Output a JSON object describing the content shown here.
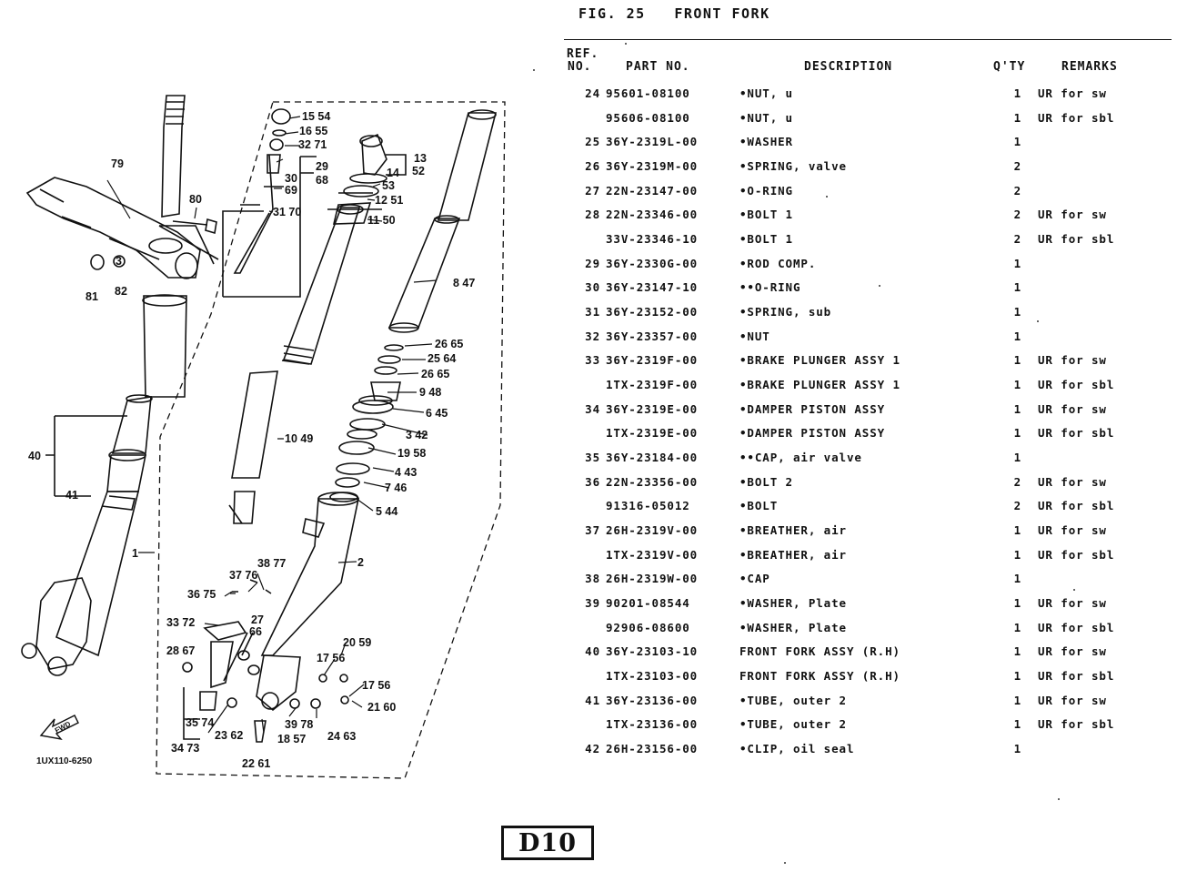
{
  "figure": {
    "number_label": "FIG. 25",
    "title": "FRONT FORK"
  },
  "table_headers": {
    "ref_line1": "REF.",
    "ref_line2": "NO.",
    "part_no": "PART NO.",
    "description": "DESCRIPTION",
    "qty": "Q'TY",
    "remarks": "REMARKS"
  },
  "parts": [
    {
      "ref": "24",
      "part_no": "95601-08100",
      "description": "•NUT, u",
      "qty": "1",
      "remarks": "UR for sw"
    },
    {
      "ref": "",
      "part_no": "95606-08100",
      "description": "•NUT, u",
      "qty": "1",
      "remarks": "UR for sbl"
    },
    {
      "ref": "25",
      "part_no": "36Y-2319L-00",
      "description": "•WASHER",
      "qty": "1",
      "remarks": ""
    },
    {
      "ref": "26",
      "part_no": "36Y-2319M-00",
      "description": "•SPRING, valve",
      "qty": "2",
      "remarks": ""
    },
    {
      "ref": "27",
      "part_no": "22N-23147-00",
      "description": "•O-RING",
      "qty": "2",
      "remarks": ""
    },
    {
      "ref": "28",
      "part_no": "22N-23346-00",
      "description": "•BOLT 1",
      "qty": "2",
      "remarks": "UR for sw"
    },
    {
      "ref": "",
      "part_no": "33V-23346-10",
      "description": "•BOLT 1",
      "qty": "2",
      "remarks": "UR for sbl"
    },
    {
      "ref": "29",
      "part_no": "36Y-2330G-00",
      "description": "•ROD COMP.",
      "qty": "1",
      "remarks": ""
    },
    {
      "ref": "30",
      "part_no": "36Y-23147-10",
      "description": "••O-RING",
      "qty": "1",
      "remarks": ""
    },
    {
      "ref": "31",
      "part_no": "36Y-23152-00",
      "description": "•SPRING, sub",
      "qty": "1",
      "remarks": ""
    },
    {
      "ref": "32",
      "part_no": "36Y-23357-00",
      "description": "•NUT",
      "qty": "1",
      "remarks": ""
    },
    {
      "ref": "33",
      "part_no": "36Y-2319F-00",
      "description": "•BRAKE PLUNGER ASSY 1",
      "qty": "1",
      "remarks": "UR for sw"
    },
    {
      "ref": "",
      "part_no": "1TX-2319F-00",
      "description": "•BRAKE PLUNGER ASSY 1",
      "qty": "1",
      "remarks": "UR for sbl"
    },
    {
      "ref": "34",
      "part_no": "36Y-2319E-00",
      "description": "•DAMPER PISTON ASSY",
      "qty": "1",
      "remarks": "UR for sw"
    },
    {
      "ref": "",
      "part_no": "1TX-2319E-00",
      "description": "•DAMPER PISTON ASSY",
      "qty": "1",
      "remarks": "UR for sbl"
    },
    {
      "ref": "35",
      "part_no": "36Y-23184-00",
      "description": "••CAP, air valve",
      "qty": "1",
      "remarks": ""
    },
    {
      "ref": "36",
      "part_no": "22N-23356-00",
      "description": "•BOLT 2",
      "qty": "2",
      "remarks": "UR for sw"
    },
    {
      "ref": "",
      "part_no": "91316-05012",
      "description": "•BOLT",
      "qty": "2",
      "remarks": "UR for sbl"
    },
    {
      "ref": "37",
      "part_no": "26H-2319V-00",
      "description": "•BREATHER, air",
      "qty": "1",
      "remarks": "UR for sw"
    },
    {
      "ref": "",
      "part_no": "1TX-2319V-00",
      "description": "•BREATHER, air",
      "qty": "1",
      "remarks": "UR for sbl"
    },
    {
      "ref": "38",
      "part_no": "26H-2319W-00",
      "description": "•CAP",
      "qty": "1",
      "remarks": ""
    },
    {
      "ref": "39",
      "part_no": "90201-08544",
      "description": "•WASHER, Plate",
      "qty": "1",
      "remarks": "UR for sw"
    },
    {
      "ref": "",
      "part_no": "92906-08600",
      "description": "•WASHER, Plate",
      "qty": "1",
      "remarks": "UR for sbl"
    },
    {
      "ref": "40",
      "part_no": "36Y-23103-10",
      "description": "FRONT FORK ASSY (R.H)",
      "qty": "1",
      "remarks": "UR for sw"
    },
    {
      "ref": "",
      "part_no": "1TX-23103-00",
      "description": "FRONT FORK ASSY (R.H)",
      "qty": "1",
      "remarks": "UR for sbl"
    },
    {
      "ref": "41",
      "part_no": "36Y-23136-00",
      "description": "•TUBE, outer 2",
      "qty": "1",
      "remarks": "UR for sw"
    },
    {
      "ref": "",
      "part_no": "1TX-23136-00",
      "description": "•TUBE, outer 2",
      "qty": "1",
      "remarks": "UR for sbl"
    },
    {
      "ref": "42",
      "part_no": "26H-23156-00",
      "description": "•CLIP, oil seal",
      "qty": "1",
      "remarks": ""
    }
  ],
  "diagram": {
    "code": "1UX110-6250",
    "fwd_label": "FWD",
    "callouts": [
      "15 54",
      "16 55",
      "32 71",
      "29",
      "68",
      "30",
      "69",
      "31 70",
      "13",
      "52",
      "14",
      "53",
      "12 51",
      "11 50",
      "8 47",
      "26 65",
      "25 64",
      "26 65",
      "9 48",
      "6 45",
      "3 42",
      "19 58",
      "4 43",
      "7 46",
      "5 44",
      "10 49",
      "2",
      "1",
      "79",
      "80",
      "81",
      "82",
      "3",
      "40",
      "41",
      "38 77",
      "37 76",
      "36 75",
      "33 72",
      "27",
      "66",
      "28 67",
      "20 59",
      "17 56",
      "17 56",
      "21 60",
      "35 74",
      "34 73",
      "23 62",
      "18 57",
      "39 78",
      "24 63",
      "22 61"
    ]
  },
  "page_code": "D10"
}
